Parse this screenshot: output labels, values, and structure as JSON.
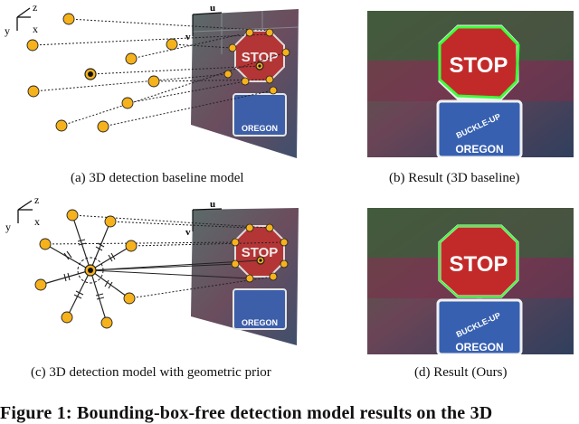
{
  "figure": {
    "panel_a": {
      "axes": {
        "z": "z",
        "x": "x",
        "y": "y"
      },
      "image_axes": {
        "u": "u",
        "v": "v"
      },
      "caption": "(a) 3D detection baseline model"
    },
    "panel_b": {
      "caption": "(b) Result (3D baseline)"
    },
    "panel_c": {
      "axes": {
        "z": "z",
        "x": "x",
        "y": "y"
      },
      "image_axes": {
        "u": "u",
        "v": "v"
      },
      "caption": "(c) 3D detection model with geometric prior"
    },
    "panel_d": {
      "caption": "(d) Result (Ours)"
    },
    "photo_text": {
      "stop": "STOP",
      "buckle": "BUCKLE-UP",
      "oregon": "OREGON"
    },
    "colors": {
      "keypoint": "#f5b21c",
      "detection_box": "#3dff3d",
      "stop_red": "#c22a2a"
    }
  },
  "bottom_text": "Figure 1: Bounding-box-free detection model results on the 3D"
}
